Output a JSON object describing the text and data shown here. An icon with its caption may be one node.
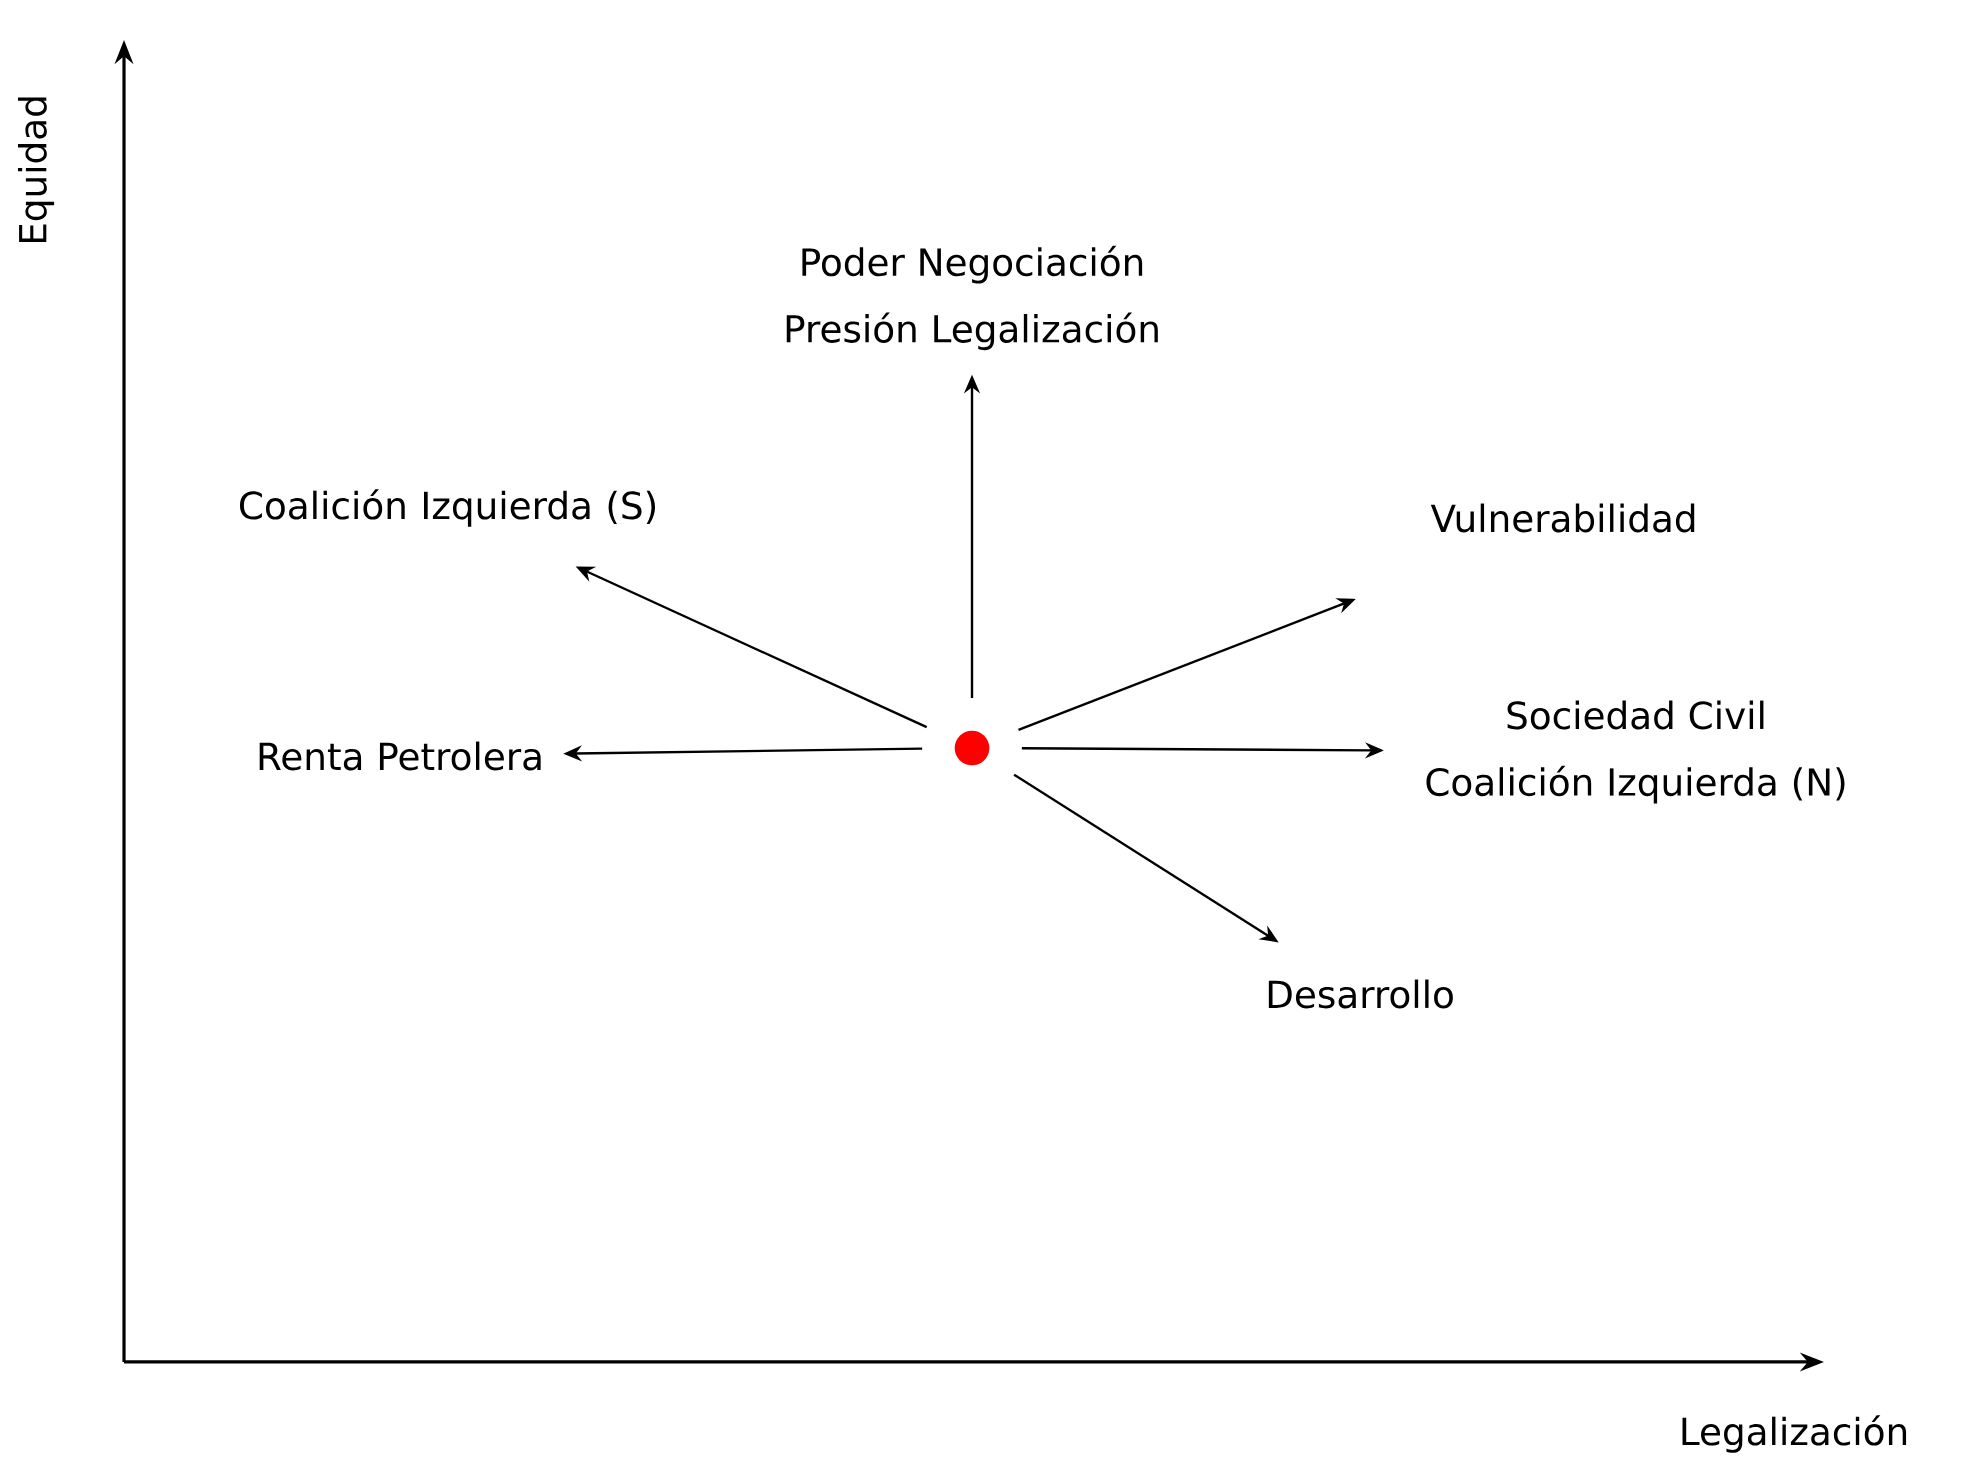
{
  "diagram": {
    "nodes": [
      {
        "text": [],
        "shape": "circle"
      },
      {
        "text": [
          "Poder Negociación",
          "Presión Legalización"
        ]
      },
      {
        "text": [
          "Coalición Izquierda (S)"
        ]
      },
      {
        "text": [
          "Vulnerabilidad"
        ]
      },
      {
        "text": [
          "Sociedad Civil",
          "Coalición Izquierda (N)"
        ]
      },
      {
        "text": [
          "Renta Petrolera"
        ]
      },
      {
        "text": [
          "Desarrollo"
        ]
      }
    ],
    "edges": [
      {
        "from": 0,
        "to": 1,
        "arrow": "to"
      },
      {
        "from": 0,
        "to": 2,
        "arrow": "to"
      },
      {
        "from": 0,
        "to": 3,
        "arrow": "to"
      },
      {
        "from": 0,
        "to": 4,
        "arrow": "to"
      },
      {
        "from": 0,
        "to": 5,
        "arrow": "to"
      },
      {
        "from": 0,
        "to": 6,
        "arrow": "to"
      }
    ],
    "labels": [
      "Equidad",
      "Legalización"
    ]
  }
}
